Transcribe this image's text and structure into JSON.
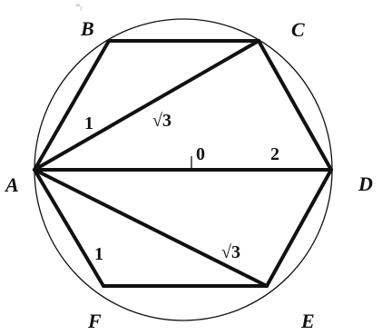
{
  "figure": {
    "scan_mark": "ᵐ₂",
    "vertices": {
      "A": "A",
      "B": "B",
      "C": "C",
      "D": "D",
      "E": "E",
      "F": "F"
    },
    "segment_labels": {
      "AB": "1",
      "AC": "√3",
      "OD": "2",
      "AF": "1",
      "AE": "√3"
    },
    "center": "0"
  },
  "colors": {
    "ink": "#111111",
    "paper": "#ffffff"
  }
}
